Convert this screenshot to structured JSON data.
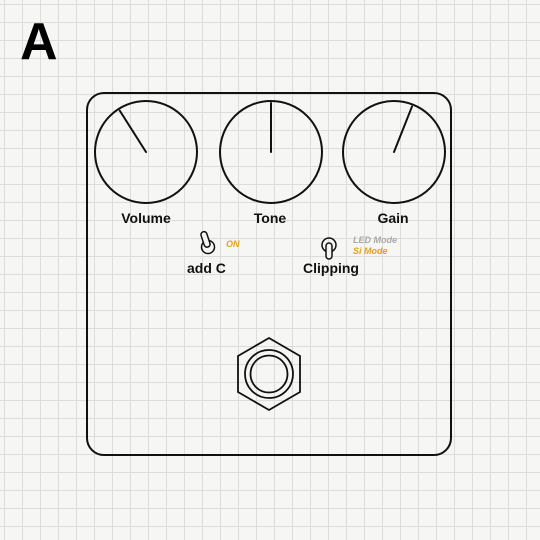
{
  "panel": {
    "letter": "A"
  },
  "knobs": [
    {
      "label": "Volume",
      "position": 0.38
    },
    {
      "label": "Tone",
      "position": 0.5
    },
    {
      "label": "Gain",
      "position": 0.58
    }
  ],
  "switches": {
    "add_c": {
      "label": "add C",
      "state_text": "ON"
    },
    "clipping": {
      "label": "Clipping",
      "options": [
        "LED Mode",
        "Si Mode"
      ],
      "selected": "Si Mode"
    }
  },
  "colors": {
    "active": "#e2a21a",
    "inactive": "#a9a9a9",
    "outline": "#111111"
  },
  "footswitch": {
    "icon": "footswitch-icon"
  }
}
